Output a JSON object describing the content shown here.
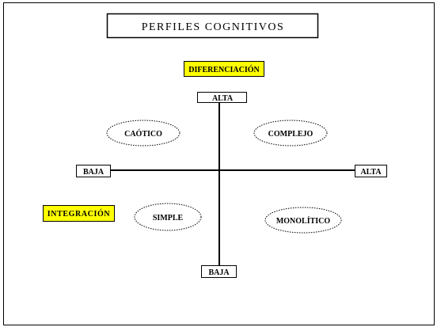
{
  "title": "PERFILES COGNITIVOS",
  "axes": {
    "vertical": {
      "name": "DIFERENCIACIÓN",
      "high": "ALTA",
      "low": "BAJA"
    },
    "horizontal": {
      "name": "INTEGRACIÓN",
      "low": "BAJA",
      "high": "ALTA"
    }
  },
  "quadrants": {
    "top_left": "CAÓTICO",
    "top_right": "COMPLEJO",
    "bottom_left": "SIMPLE",
    "bottom_right": "MONOLÍTICO"
  },
  "colors": {
    "highlight": "#ffff00",
    "line": "#000000"
  }
}
